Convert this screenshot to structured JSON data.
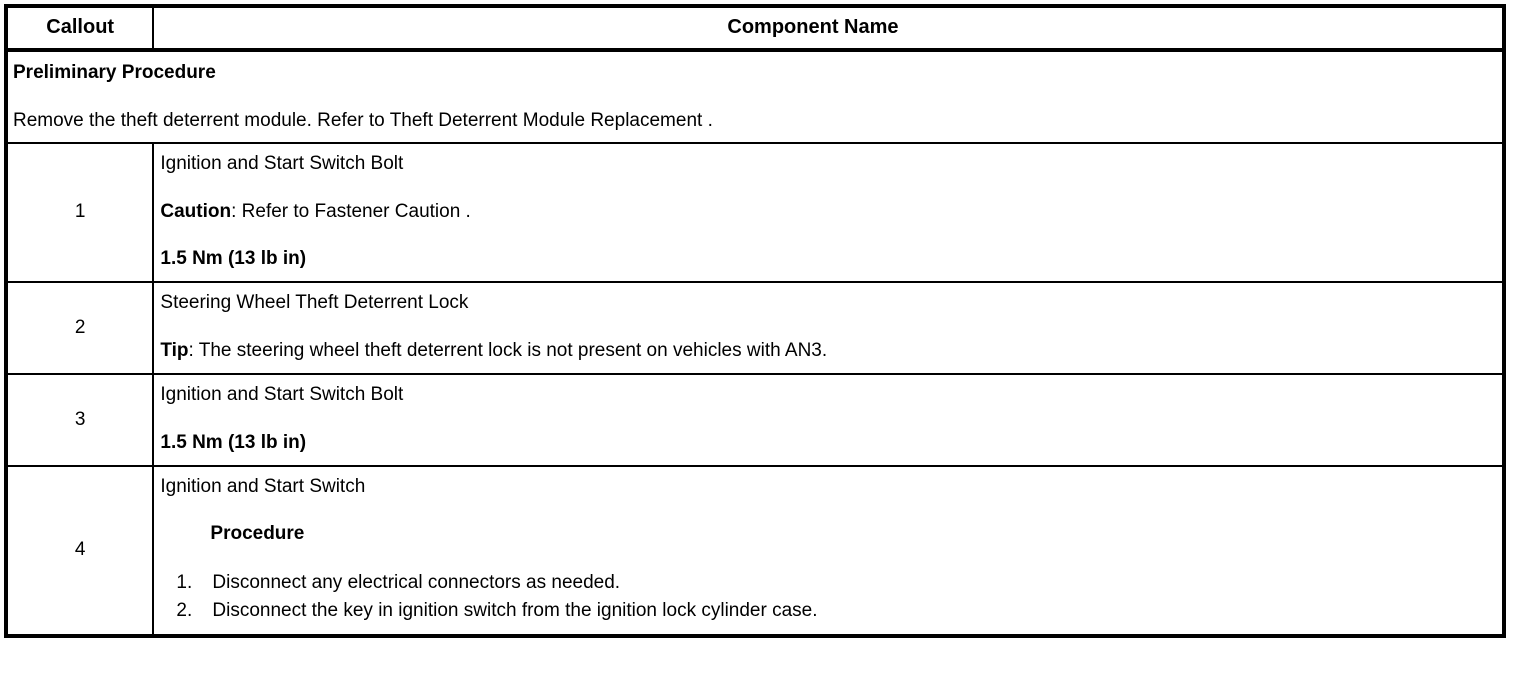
{
  "table": {
    "headers": {
      "callout": "Callout",
      "component_name": "Component Name"
    },
    "preliminary": {
      "title": "Preliminary Procedure",
      "text": "Remove the theft deterrent module. Refer to Theft Deterrent Module Replacement ."
    },
    "rows": [
      {
        "callout": "1",
        "name": "Ignition and Start Switch Bolt",
        "caution_label": "Caution",
        "caution_text": ": Refer to Fastener Caution .",
        "torque": "1.5 Nm (13 lb in)"
      },
      {
        "callout": "2",
        "name": "Steering Wheel Theft Deterrent Lock",
        "tip_label": "Tip",
        "tip_text": ": The steering wheel theft deterrent lock is not present on vehicles with AN3."
      },
      {
        "callout": "3",
        "name": "Ignition and Start Switch Bolt",
        "torque": "1.5 Nm (13 lb in)"
      },
      {
        "callout": "4",
        "name": "Ignition and Start Switch",
        "procedure_heading": "Procedure",
        "steps": [
          {
            "num": "1.",
            "text": "Disconnect any electrical connectors as needed."
          },
          {
            "num": "2.",
            "text": "Disconnect the key in ignition switch from the ignition lock cylinder case."
          }
        ]
      }
    ]
  },
  "colors": {
    "border": "#000000",
    "text": "#000000",
    "background": "#ffffff"
  }
}
